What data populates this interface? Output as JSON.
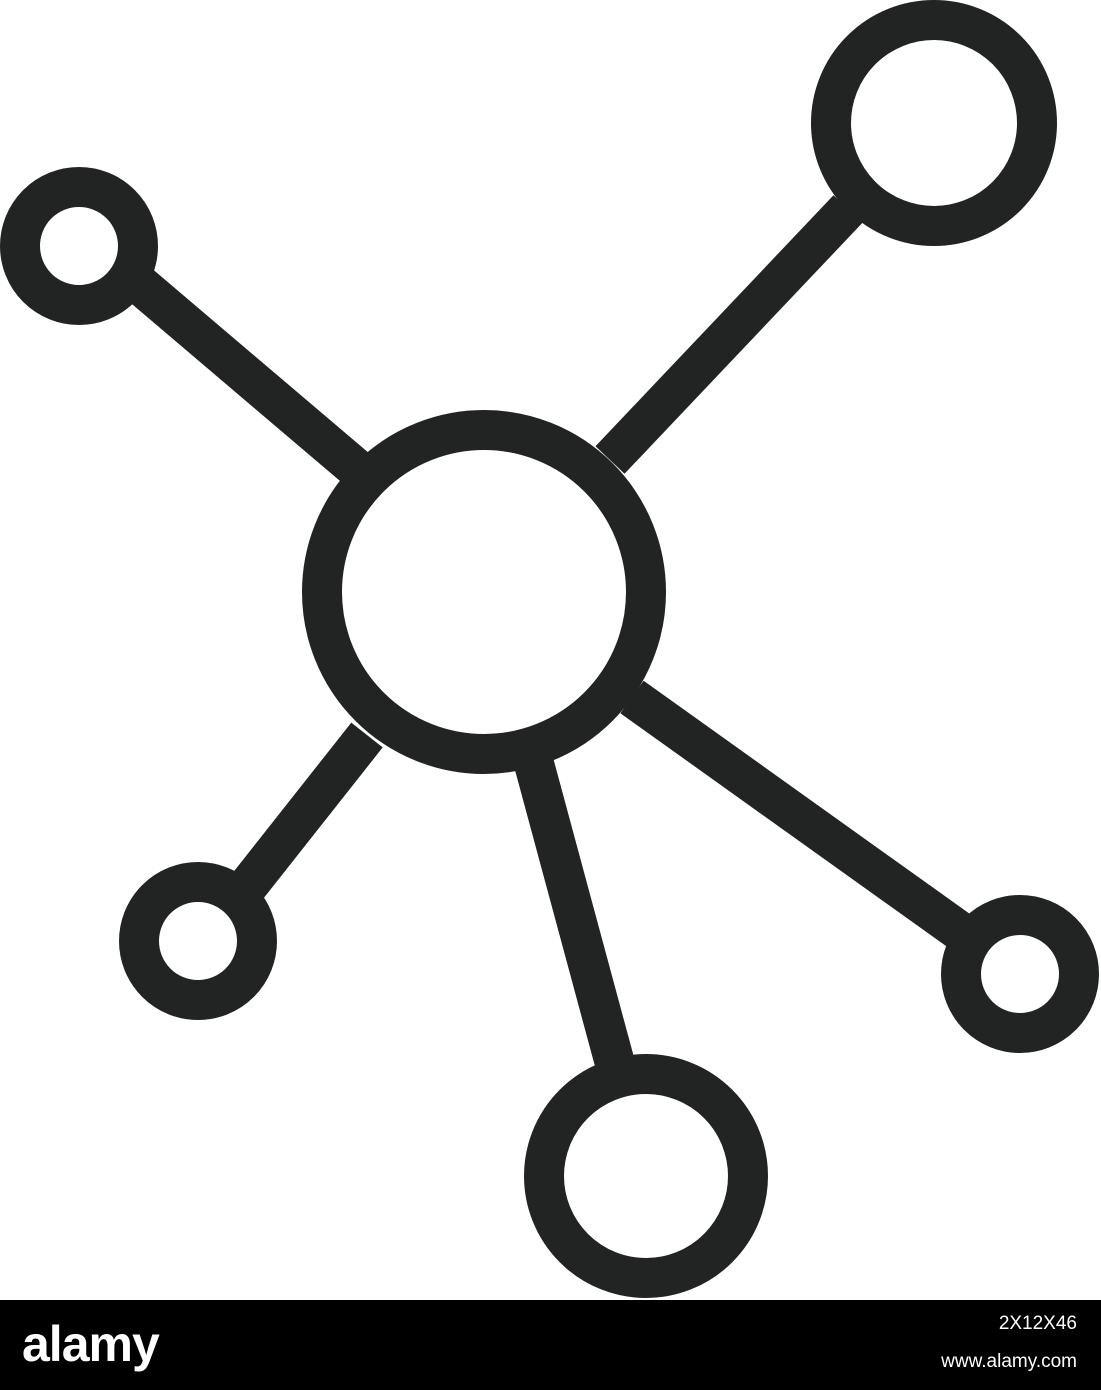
{
  "graphic": {
    "icon": "network-hub-icon",
    "stroke_color": "#222323",
    "background_color": "#ffffff"
  },
  "footer": {
    "background_color": "#000000",
    "text_color": "#ffffff",
    "logo_text": "alamy",
    "image_id": "2X12X46",
    "site_url": "www.alamy.com"
  }
}
